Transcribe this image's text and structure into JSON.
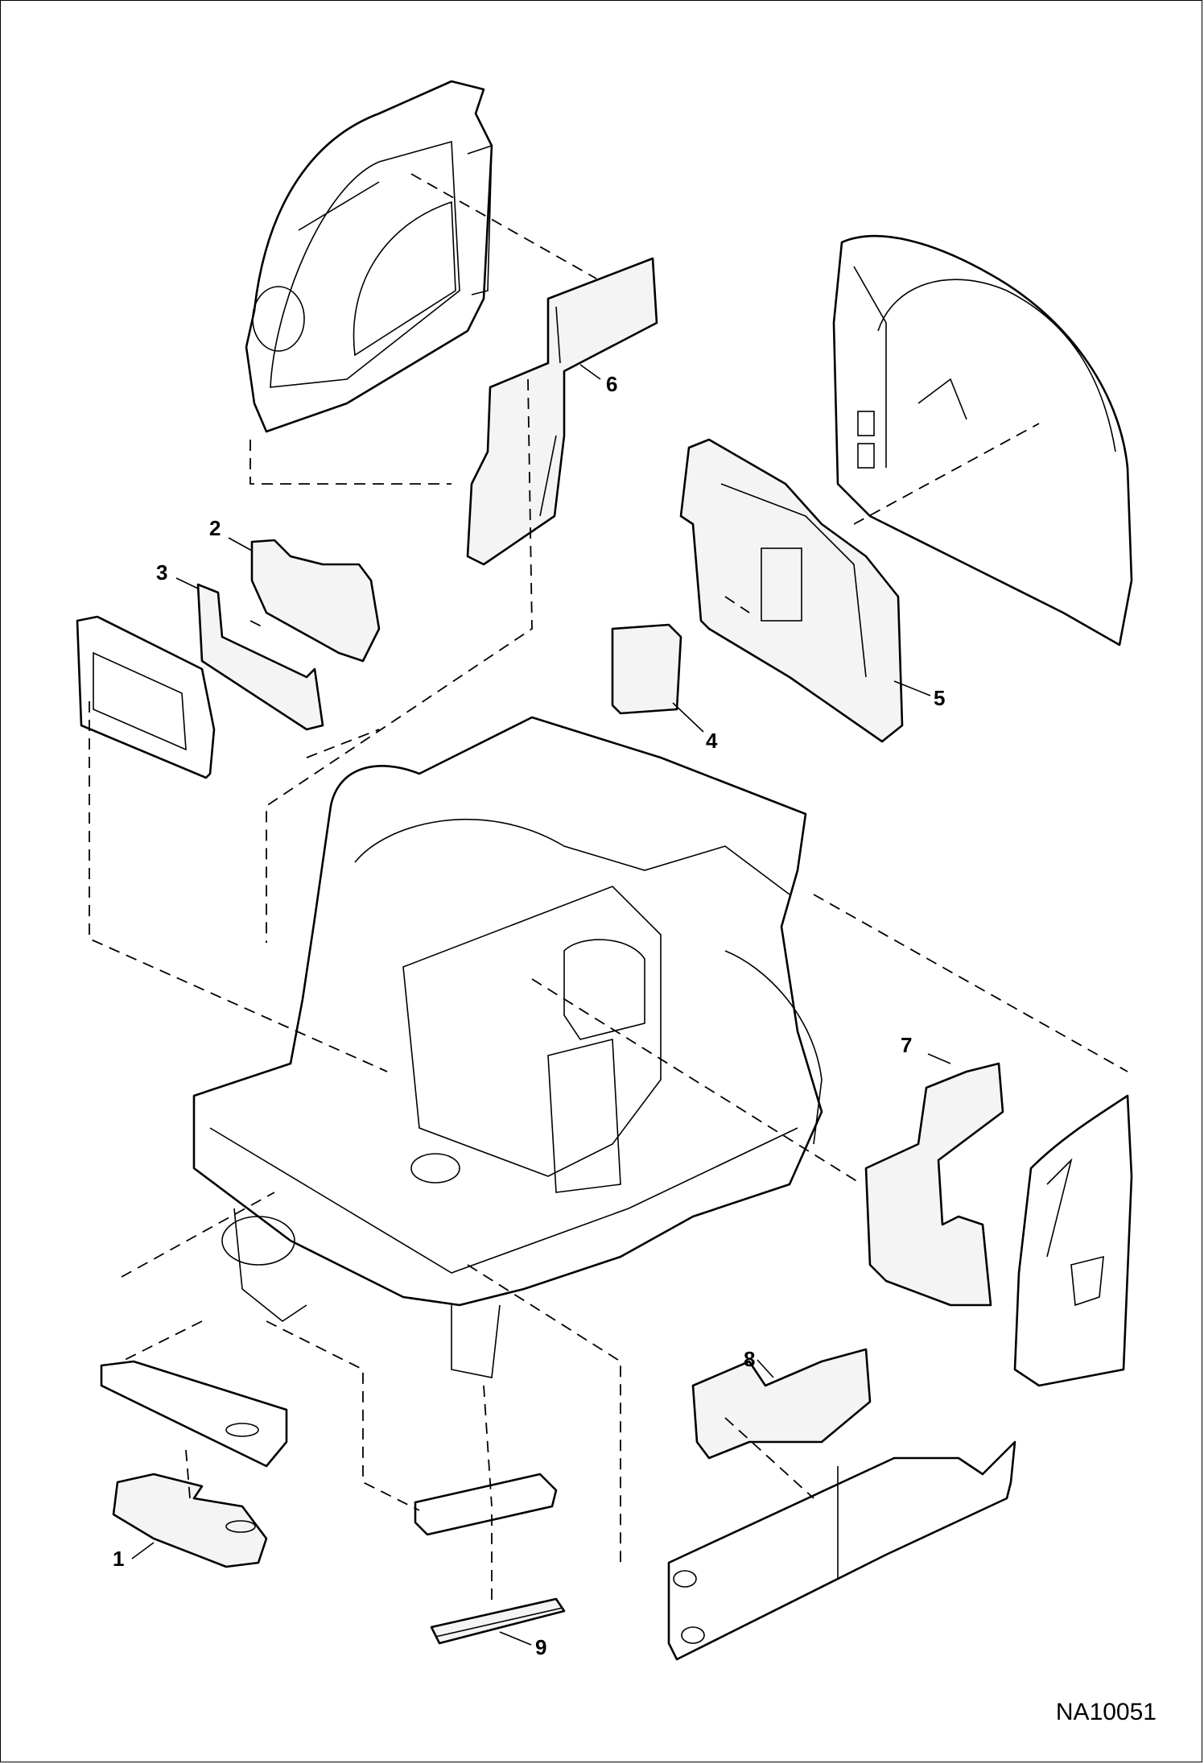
{
  "diagram": {
    "reference_code": "NA10051",
    "callouts": [
      "1",
      "2",
      "3",
      "4",
      "5",
      "6",
      "7",
      "8",
      "9"
    ],
    "colors": {
      "line": "#000000",
      "background": "#ffffff",
      "part_fill": "#f4f4f4"
    }
  }
}
